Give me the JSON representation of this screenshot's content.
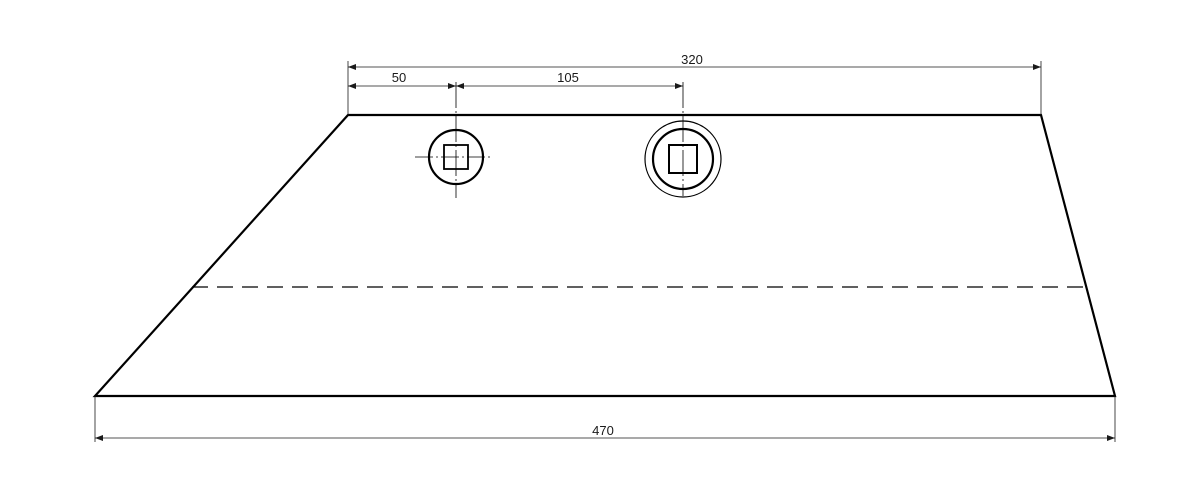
{
  "dimensions": {
    "top_width": "320",
    "hole1_offset": "50",
    "hole_spacing": "105",
    "bottom_width": "470"
  },
  "colors": {
    "line": "#000000",
    "dimension": "#1a1a1a",
    "background": "#ffffff"
  }
}
